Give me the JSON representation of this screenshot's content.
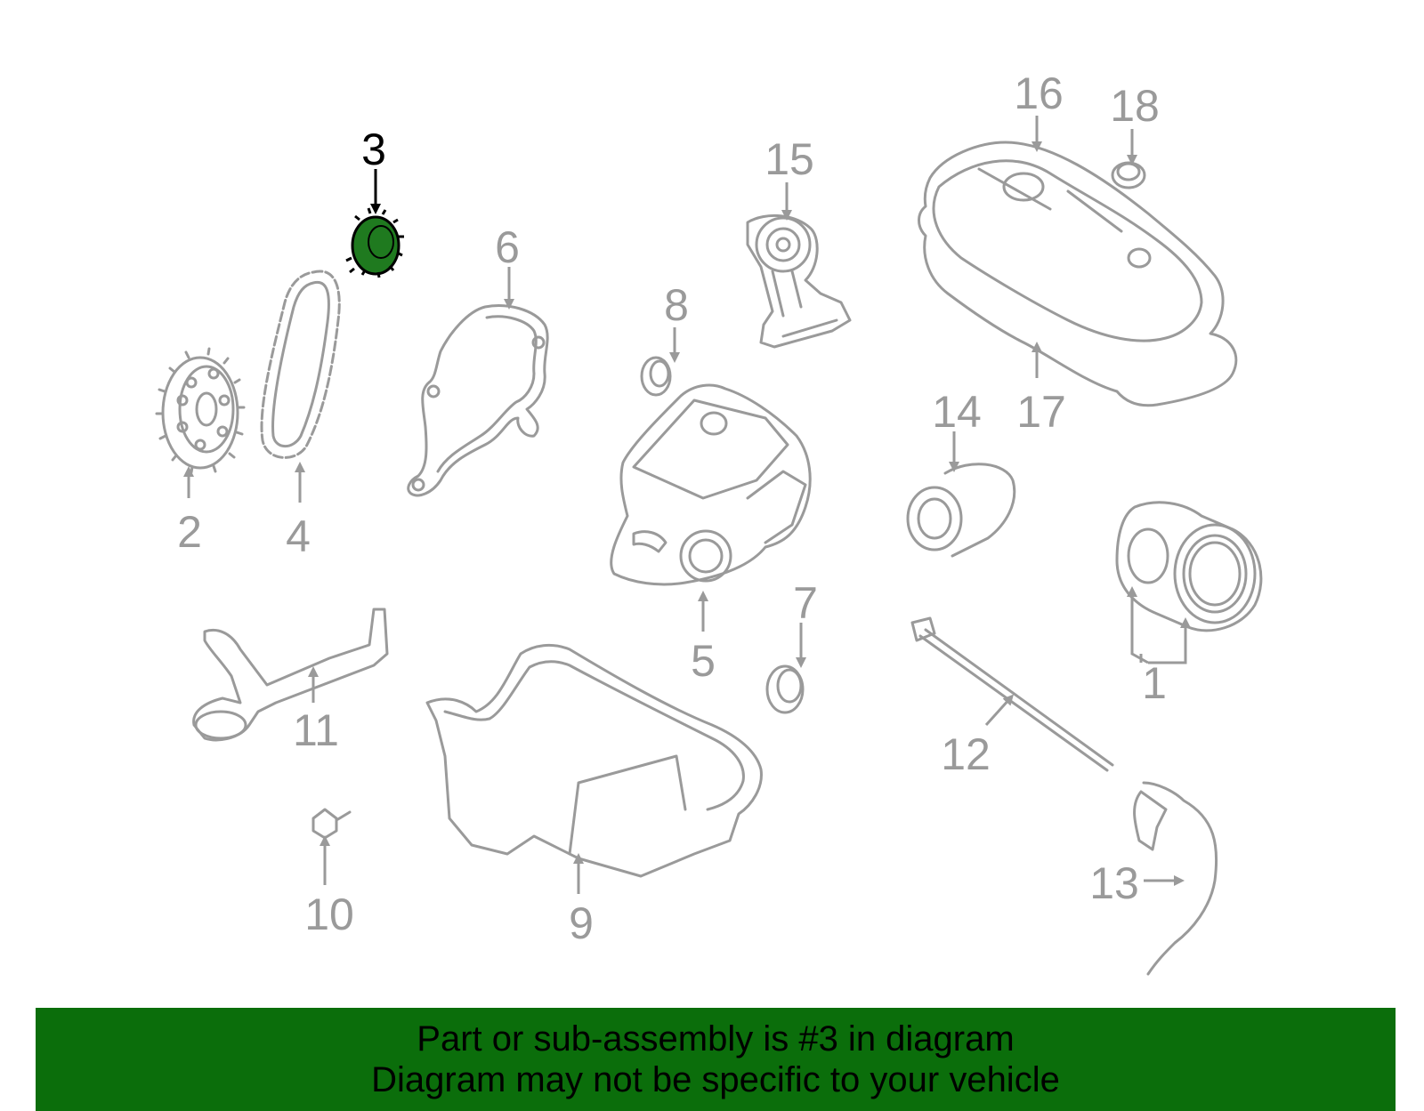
{
  "callouts": [
    "1",
    "2",
    "3",
    "4",
    "5",
    "6",
    "7",
    "8",
    "9",
    "10",
    "11",
    "12",
    "13",
    "14",
    "15",
    "16",
    "17",
    "18"
  ],
  "highlight_label": "3",
  "colors": {
    "part_line": "#9a9a9a",
    "highlight_fill": "#1f7a1f",
    "footer_bg": "#0b6e0b"
  },
  "footer": {
    "line1": "Part or sub-assembly is #3 in diagram",
    "line2": "Diagram may not be specific to your vehicle"
  }
}
